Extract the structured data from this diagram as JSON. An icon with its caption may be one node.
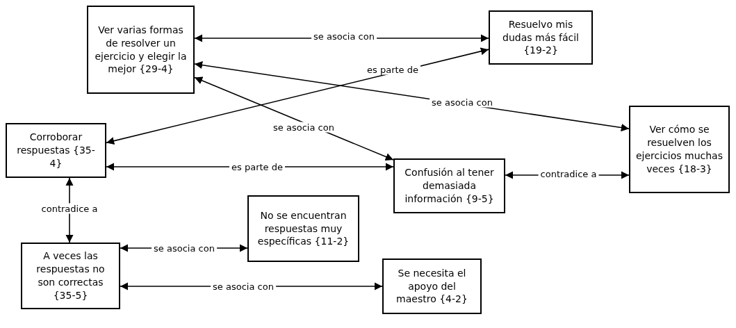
{
  "diagram": {
    "nodes": [
      {
        "text": [
          "Ver varias formas de resolver un ejercicio y elegir la mejor {29-4}"
        ]
      },
      {
        "text": [
          "Resuelvo mis dudas más fácil {19-2}"
        ]
      },
      {
        "text": [
          "Corroborar respuestas {35-4}"
        ]
      },
      {
        "text": [
          "Ver cómo se resuelven los ejercicios muchas veces {18-3}"
        ]
      },
      {
        "text": [
          "Confusión al tener demasiada información {9-5}"
        ]
      },
      {
        "text": [
          "No se encuentran respuestas muy específicas {11-2}"
        ]
      },
      {
        "text": [
          "A veces las respuestas no son correctas {35-5}"
        ]
      },
      {
        "text": [
          "Se necesita el apoyo del maestro {4-2}"
        ]
      }
    ],
    "edges": [
      {
        "from": 0,
        "to": 1,
        "arrow": "both",
        "label": "se asocia con"
      },
      {
        "from": 1,
        "to": 2,
        "arrow": "both",
        "label": "es parte de"
      },
      {
        "from": 0,
        "to": 3,
        "arrow": "both",
        "label": "se asocia con"
      },
      {
        "from": 0,
        "to": 4,
        "arrow": "both",
        "label": "se asocia con"
      },
      {
        "from": 2,
        "to": 4,
        "arrow": "both",
        "label": "es parte de"
      },
      {
        "from": 4,
        "to": 3,
        "arrow": "both",
        "label": "contradice a"
      },
      {
        "from": 2,
        "to": 6,
        "arrow": "both",
        "label": "contradice a"
      },
      {
        "from": 6,
        "to": 5,
        "arrow": "both",
        "label": "se asocia con"
      },
      {
        "from": 6,
        "to": 7,
        "arrow": "both",
        "label": "se asocia con"
      }
    ]
  }
}
